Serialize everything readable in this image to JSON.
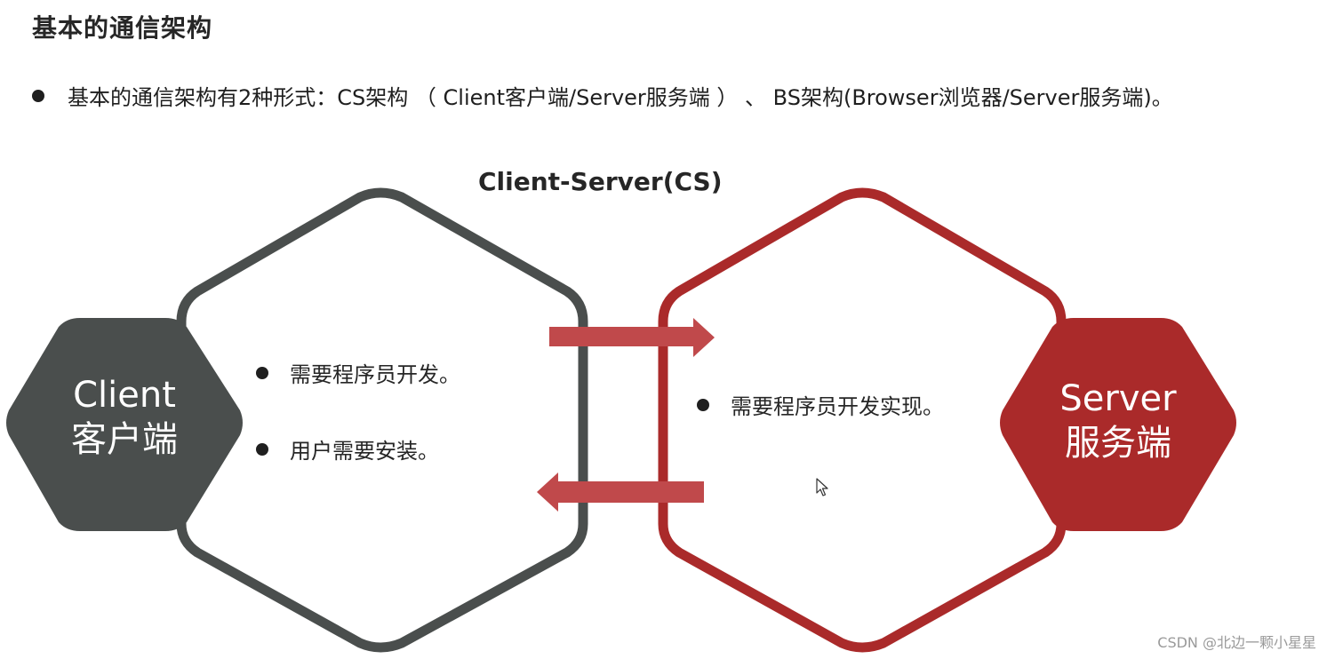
{
  "heading": "基本的通信架构",
  "intro": "基本的通信架构有2种形式：CS架构 （ Client客户端/Server服务端 ） 、 BS架构(Browser浏览器/Server服务端)。",
  "diagram": {
    "title": "Client-Server(CS)",
    "client": {
      "name": "Client",
      "label": "客户端",
      "points": [
        "需要程序员开发。",
        "用户需要安装。"
      ]
    },
    "server": {
      "name": "Server",
      "label": "服务端",
      "points": [
        "需要程序员开发实现。"
      ]
    }
  },
  "watermark": "CSDN @北边一颗小星星",
  "colors": {
    "client": "#4a4e4d",
    "server": "#aa2a2a",
    "arrow": "#c0494b"
  }
}
